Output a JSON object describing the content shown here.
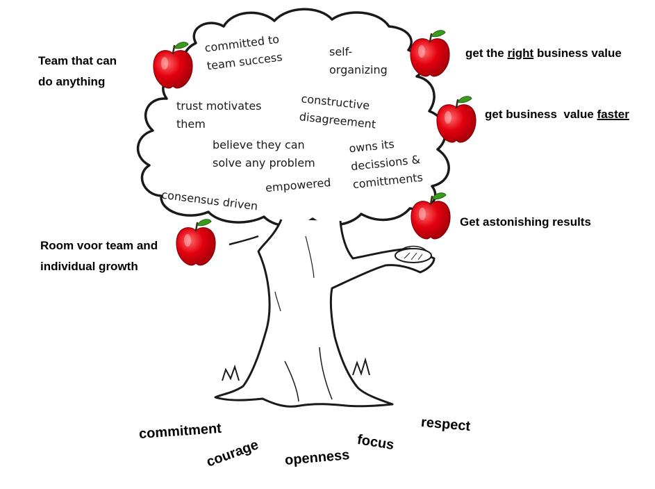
{
  "cloud_phrases": {
    "committed": "committed to\nteam success",
    "self_organizing": "self-\norganizing",
    "trust": "trust motivates\nthem",
    "constructive": "constructive\ndisagreement",
    "believe": "believe they can\nsolve any problem",
    "owns": "owns its\ndecissions &\ncomittments",
    "empowered": "empowered",
    "consensus": "consensus driven"
  },
  "fruit_labels": {
    "team": "Team that can\ndo anything",
    "right_pre": "get the ",
    "right_u": "right",
    "right_post": " business value",
    "faster_pre": "get business  value ",
    "faster_u": "faster",
    "astonishing": "Get astonishing results",
    "room": "Room voor team and\nindividual growth"
  },
  "values": {
    "commitment": "commitment",
    "courage": "courage",
    "openness": "openness",
    "focus": "focus",
    "respect": "respect"
  },
  "colors": {
    "apple": "#e3000f",
    "leaf": "#3a9b1f",
    "outline": "#1a1a1a"
  }
}
